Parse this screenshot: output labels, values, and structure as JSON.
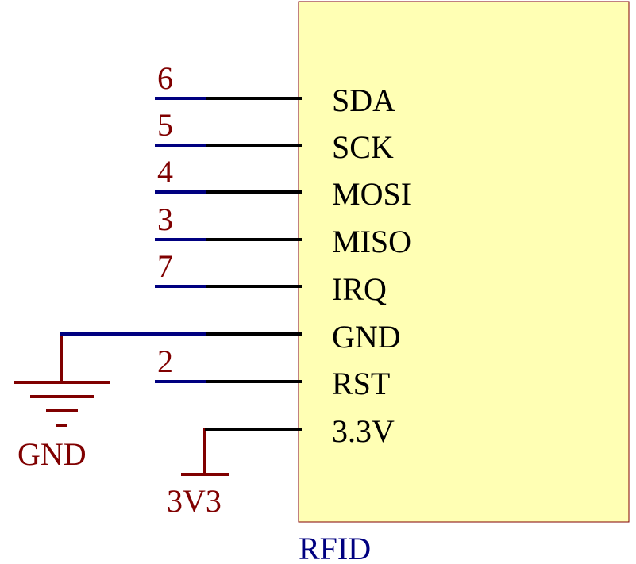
{
  "component": {
    "name": "RFID",
    "pins": [
      {
        "name": "SDA",
        "net_number": "6"
      },
      {
        "name": "SCK",
        "net_number": "5"
      },
      {
        "name": "MOSI",
        "net_number": "4"
      },
      {
        "name": "MISO",
        "net_number": "3"
      },
      {
        "name": "IRQ",
        "net_number": "7"
      },
      {
        "name": "GND",
        "net_number": ""
      },
      {
        "name": "RST",
        "net_number": "2"
      },
      {
        "name": "3.3V",
        "net_number": ""
      }
    ]
  },
  "power": {
    "ground_label": "GND",
    "supply_label": "3V3"
  },
  "colors": {
    "body_fill": "#ffffb4",
    "body_stroke": "#800000",
    "pin_line": "#000000",
    "net_wire": "#000080",
    "power_symbol": "#800000",
    "label_text": "#800000",
    "component_label": "#000080"
  }
}
